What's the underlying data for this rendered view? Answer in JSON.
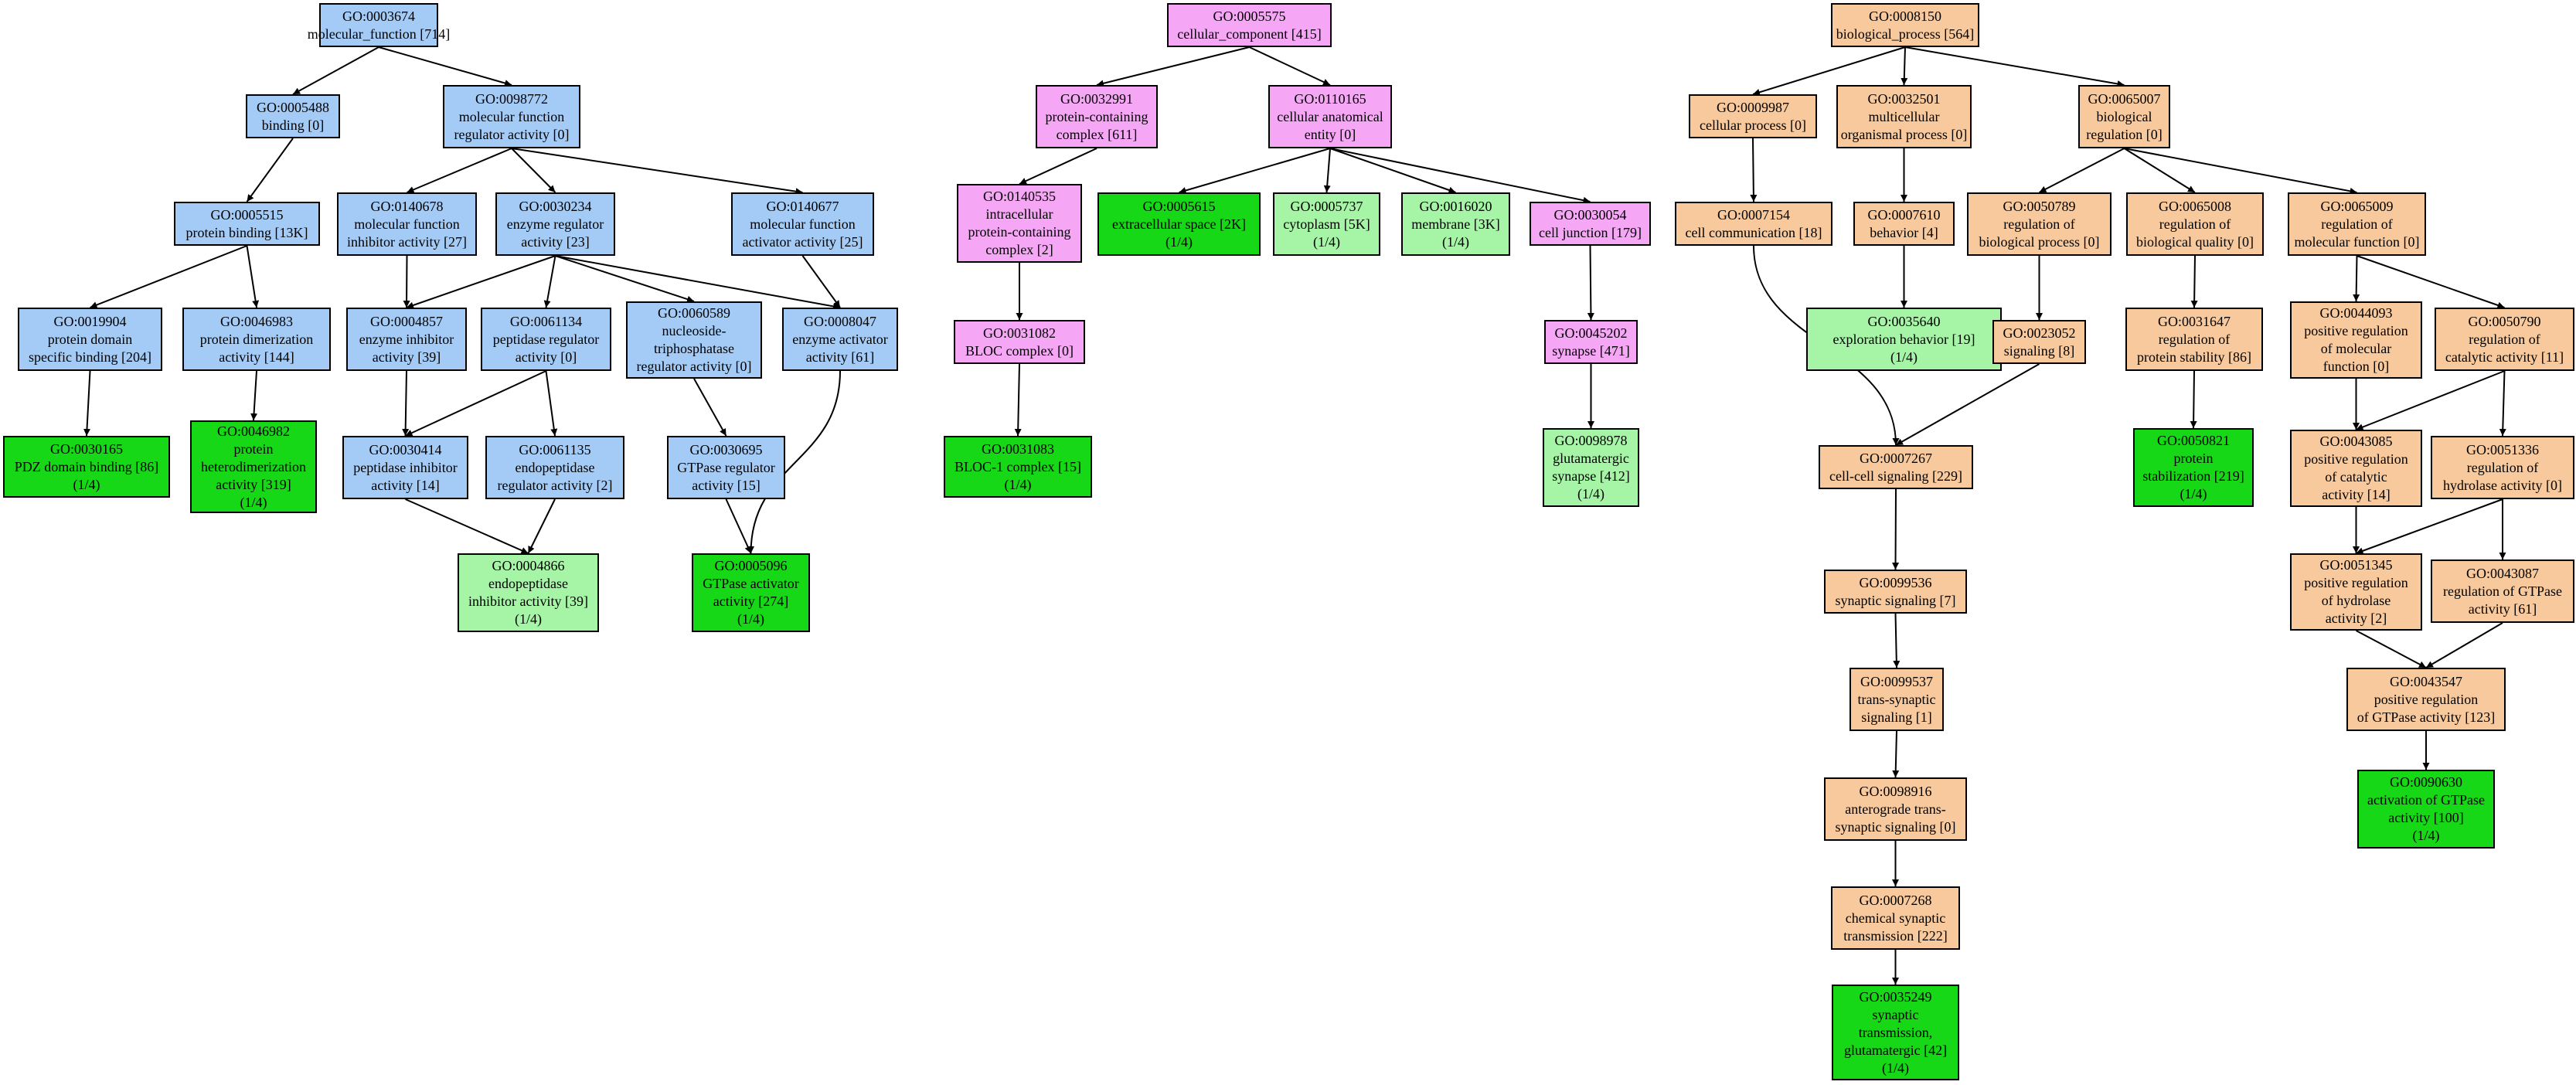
{
  "colors": {
    "molecular_function": "#a3cbf6",
    "cellular_component": "#f5a6f5",
    "biological_process": "#f7c99c",
    "result_bright": "#16d816",
    "result_light": "#a6f5a6"
  },
  "nodes": [
    {
      "id": "GO:0003674",
      "cat": "molecular_function",
      "lines": [
        "GO:0003674",
        "molecular_function [714]"
      ]
    },
    {
      "id": "GO:0005488",
      "cat": "molecular_function",
      "lines": [
        "GO:0005488",
        "binding [0]"
      ]
    },
    {
      "id": "GO:0098772",
      "cat": "molecular_function",
      "lines": [
        "GO:0098772",
        "molecular function",
        "regulator activity [0]"
      ]
    },
    {
      "id": "GO:0005515",
      "cat": "molecular_function",
      "lines": [
        "GO:0005515",
        "protein binding [13K]"
      ]
    },
    {
      "id": "GO:0140678",
      "cat": "molecular_function",
      "lines": [
        "GO:0140678",
        "molecular function",
        "inhibitor activity [27]"
      ]
    },
    {
      "id": "GO:0030234",
      "cat": "molecular_function",
      "lines": [
        "GO:0030234",
        "enzyme regulator",
        "activity [23]"
      ]
    },
    {
      "id": "GO:0140677",
      "cat": "molecular_function",
      "lines": [
        "GO:0140677",
        "molecular function",
        "activator activity [25]"
      ]
    },
    {
      "id": "GO:0019904",
      "cat": "molecular_function",
      "lines": [
        "GO:0019904",
        "protein domain",
        "specific binding [204]"
      ]
    },
    {
      "id": "GO:0046983",
      "cat": "molecular_function",
      "lines": [
        "GO:0046983",
        "protein dimerization",
        "activity [144]"
      ]
    },
    {
      "id": "GO:0004857",
      "cat": "molecular_function",
      "lines": [
        "GO:0004857",
        "enzyme inhibitor",
        "activity [39]"
      ]
    },
    {
      "id": "GO:0061134",
      "cat": "molecular_function",
      "lines": [
        "GO:0061134",
        "peptidase regulator",
        "activity [0]"
      ]
    },
    {
      "id": "GO:0060589",
      "cat": "molecular_function",
      "lines": [
        "GO:0060589",
        "nucleoside-",
        "triphosphatase",
        "regulator activity [0]"
      ]
    },
    {
      "id": "GO:0008047",
      "cat": "molecular_function",
      "lines": [
        "GO:0008047",
        "enzyme activator",
        "activity [61]"
      ]
    },
    {
      "id": "GO:0030165",
      "cat": "result_bright",
      "lines": [
        "GO:0030165",
        "PDZ domain binding [86]",
        "(1/4)"
      ]
    },
    {
      "id": "GO:0046982",
      "cat": "result_bright",
      "lines": [
        "GO:0046982",
        "protein",
        "heterodimerization",
        "activity [319]",
        "(1/4)"
      ]
    },
    {
      "id": "GO:0030414",
      "cat": "molecular_function",
      "lines": [
        "GO:0030414",
        "peptidase inhibitor",
        "activity [14]"
      ]
    },
    {
      "id": "GO:0061135",
      "cat": "molecular_function",
      "lines": [
        "GO:0061135",
        "endopeptidase",
        "regulator activity [2]"
      ]
    },
    {
      "id": "GO:0030695",
      "cat": "molecular_function",
      "lines": [
        "GO:0030695",
        "GTPase regulator",
        "activity [15]"
      ]
    },
    {
      "id": "GO:0004866",
      "cat": "result_light",
      "lines": [
        "GO:0004866",
        "endopeptidase",
        "inhibitor activity [39]",
        "(1/4)"
      ]
    },
    {
      "id": "GO:0005096",
      "cat": "result_bright",
      "lines": [
        "GO:0005096",
        "GTPase activator",
        "activity [274]",
        "(1/4)"
      ]
    },
    {
      "id": "GO:0005575",
      "cat": "cellular_component",
      "lines": [
        "GO:0005575",
        "cellular_component [415]"
      ]
    },
    {
      "id": "GO:0032991",
      "cat": "cellular_component",
      "lines": [
        "GO:0032991",
        "protein-containing",
        "complex [611]"
      ]
    },
    {
      "id": "GO:0110165",
      "cat": "cellular_component",
      "lines": [
        "GO:0110165",
        "cellular anatomical",
        "entity [0]"
      ]
    },
    {
      "id": "GO:0140535",
      "cat": "cellular_component",
      "lines": [
        "GO:0140535",
        "intracellular",
        "protein-containing",
        "complex [2]"
      ]
    },
    {
      "id": "GO:0005615",
      "cat": "result_bright",
      "lines": [
        "GO:0005615",
        "extracellular space [2K]",
        "(1/4)"
      ]
    },
    {
      "id": "GO:0005737",
      "cat": "result_light",
      "lines": [
        "GO:0005737",
        "cytoplasm [5K]",
        "(1/4)"
      ]
    },
    {
      "id": "GO:0016020",
      "cat": "result_light",
      "lines": [
        "GO:0016020",
        "membrane [3K]",
        "(1/4)"
      ]
    },
    {
      "id": "GO:0030054",
      "cat": "cellular_component",
      "lines": [
        "GO:0030054",
        "cell junction [179]"
      ]
    },
    {
      "id": "GO:0031082",
      "cat": "cellular_component",
      "lines": [
        "GO:0031082",
        "BLOC complex [0]"
      ]
    },
    {
      "id": "GO:0045202",
      "cat": "cellular_component",
      "lines": [
        "GO:0045202",
        "synapse [471]"
      ]
    },
    {
      "id": "GO:0031083",
      "cat": "result_bright",
      "lines": [
        "GO:0031083",
        "BLOC-1 complex [15]",
        "(1/4)"
      ]
    },
    {
      "id": "GO:0098978",
      "cat": "result_light",
      "lines": [
        "GO:0098978",
        "glutamatergic",
        "synapse [412]",
        "(1/4)"
      ]
    },
    {
      "id": "GO:0008150",
      "cat": "biological_process",
      "lines": [
        "GO:0008150",
        "biological_process [564]"
      ]
    },
    {
      "id": "GO:0009987",
      "cat": "biological_process",
      "lines": [
        "GO:0009987",
        "cellular process [0]"
      ]
    },
    {
      "id": "GO:0032501",
      "cat": "biological_process",
      "lines": [
        "GO:0032501",
        "multicellular",
        "organismal process [0]"
      ]
    },
    {
      "id": "GO:0065007",
      "cat": "biological_process",
      "lines": [
        "GO:0065007",
        "biological",
        "regulation [0]"
      ]
    },
    {
      "id": "GO:0007154",
      "cat": "biological_process",
      "lines": [
        "GO:0007154",
        "cell communication [18]"
      ]
    },
    {
      "id": "GO:0007610",
      "cat": "biological_process",
      "lines": [
        "GO:0007610",
        "behavior [4]"
      ]
    },
    {
      "id": "GO:0050789",
      "cat": "biological_process",
      "lines": [
        "GO:0050789",
        "regulation of",
        "biological process [0]"
      ]
    },
    {
      "id": "GO:0065008",
      "cat": "biological_process",
      "lines": [
        "GO:0065008",
        "regulation of",
        "biological quality [0]"
      ]
    },
    {
      "id": "GO:0065009",
      "cat": "biological_process",
      "lines": [
        "GO:0065009",
        "regulation of",
        "molecular function [0]"
      ]
    },
    {
      "id": "GO:0035640",
      "cat": "result_light",
      "lines": [
        "GO:0035640",
        "exploration behavior [19]",
        "(1/4)"
      ]
    },
    {
      "id": "GO:0023052",
      "cat": "biological_process",
      "lines": [
        "GO:0023052",
        "signaling [8]"
      ]
    },
    {
      "id": "GO:0031647",
      "cat": "biological_process",
      "lines": [
        "GO:0031647",
        "regulation of",
        "protein stability [86]"
      ]
    },
    {
      "id": "GO:0044093",
      "cat": "biological_process",
      "lines": [
        "GO:0044093",
        "positive regulation",
        "of molecular",
        "function [0]"
      ]
    },
    {
      "id": "GO:0050790",
      "cat": "biological_process",
      "lines": [
        "GO:0050790",
        "regulation of",
        "catalytic activity [11]"
      ]
    },
    {
      "id": "GO:0007267",
      "cat": "biological_process",
      "lines": [
        "GO:0007267",
        "cell-cell signaling [229]"
      ]
    },
    {
      "id": "GO:0050821",
      "cat": "result_bright",
      "lines": [
        "GO:0050821",
        "protein",
        "stabilization [219]",
        "(1/4)"
      ]
    },
    {
      "id": "GO:0043085",
      "cat": "biological_process",
      "lines": [
        "GO:0043085",
        "positive regulation",
        "of catalytic",
        "activity [14]"
      ]
    },
    {
      "id": "GO:0051336",
      "cat": "biological_process",
      "lines": [
        "GO:0051336",
        "regulation of",
        "hydrolase activity [0]"
      ]
    },
    {
      "id": "GO:0099536",
      "cat": "biological_process",
      "lines": [
        "GO:0099536",
        "synaptic signaling [7]"
      ]
    },
    {
      "id": "GO:0051345",
      "cat": "biological_process",
      "lines": [
        "GO:0051345",
        "positive regulation",
        "of hydrolase",
        "activity [2]"
      ]
    },
    {
      "id": "GO:0043087",
      "cat": "biological_process",
      "lines": [
        "GO:0043087",
        "regulation of GTPase",
        "activity [61]"
      ]
    },
    {
      "id": "GO:0099537",
      "cat": "biological_process",
      "lines": [
        "GO:0099537",
        "trans-synaptic",
        "signaling [1]"
      ]
    },
    {
      "id": "GO:0043547",
      "cat": "biological_process",
      "lines": [
        "GO:0043547",
        "positive regulation",
        "of GTPase activity [123]"
      ]
    },
    {
      "id": "GO:0098916",
      "cat": "biological_process",
      "lines": [
        "GO:0098916",
        "anterograde trans-",
        "synaptic signaling [0]"
      ]
    },
    {
      "id": "GO:0090630",
      "cat": "result_bright",
      "lines": [
        "GO:0090630",
        "activation of GTPase",
        "activity [100]",
        "(1/4)"
      ]
    },
    {
      "id": "GO:0007268",
      "cat": "biological_process",
      "lines": [
        "GO:0007268",
        "chemical synaptic",
        "transmission [222]"
      ]
    },
    {
      "id": "GO:0035249",
      "cat": "result_bright",
      "lines": [
        "GO:0035249",
        "synaptic",
        "transmission,",
        "glutamatergic [42]",
        "(1/4)"
      ]
    }
  ],
  "edges": [
    [
      "GO:0003674",
      "GO:0005488"
    ],
    [
      "GO:0003674",
      "GO:0098772"
    ],
    [
      "GO:0005488",
      "GO:0005515"
    ],
    [
      "GO:0098772",
      "GO:0140678"
    ],
    [
      "GO:0098772",
      "GO:0030234"
    ],
    [
      "GO:0098772",
      "GO:0140677"
    ],
    [
      "GO:0005515",
      "GO:0019904"
    ],
    [
      "GO:0005515",
      "GO:0046983"
    ],
    [
      "GO:0140678",
      "GO:0004857"
    ],
    [
      "GO:0030234",
      "GO:0004857"
    ],
    [
      "GO:0030234",
      "GO:0061134"
    ],
    [
      "GO:0030234",
      "GO:0060589"
    ],
    [
      "GO:0030234",
      "GO:0008047"
    ],
    [
      "GO:0140677",
      "GO:0008047"
    ],
    [
      "GO:0019904",
      "GO:0030165"
    ],
    [
      "GO:0046983",
      "GO:0046982"
    ],
    [
      "GO:0004857",
      "GO:0030414"
    ],
    [
      "GO:0061134",
      "GO:0030414"
    ],
    [
      "GO:0061134",
      "GO:0061135"
    ],
    [
      "GO:0060589",
      "GO:0030695"
    ],
    [
      "GO:0030414",
      "GO:0004866"
    ],
    [
      "GO:0061135",
      "GO:0004866"
    ],
    [
      "GO:0030695",
      "GO:0005096"
    ],
    [
      "GO:0008047",
      "GO:0005096"
    ],
    [
      "GO:0005575",
      "GO:0032991"
    ],
    [
      "GO:0005575",
      "GO:0110165"
    ],
    [
      "GO:0032991",
      "GO:0140535"
    ],
    [
      "GO:0110165",
      "GO:0005615"
    ],
    [
      "GO:0110165",
      "GO:0005737"
    ],
    [
      "GO:0110165",
      "GO:0016020"
    ],
    [
      "GO:0110165",
      "GO:0030054"
    ],
    [
      "GO:0140535",
      "GO:0031082"
    ],
    [
      "GO:0031082",
      "GO:0031083"
    ],
    [
      "GO:0030054",
      "GO:0045202"
    ],
    [
      "GO:0045202",
      "GO:0098978"
    ],
    [
      "GO:0008150",
      "GO:0009987"
    ],
    [
      "GO:0008150",
      "GO:0032501"
    ],
    [
      "GO:0008150",
      "GO:0065007"
    ],
    [
      "GO:0009987",
      "GO:0007154"
    ],
    [
      "GO:0032501",
      "GO:0007610"
    ],
    [
      "GO:0065007",
      "GO:0050789"
    ],
    [
      "GO:0065007",
      "GO:0065008"
    ],
    [
      "GO:0065007",
      "GO:0065009"
    ],
    [
      "GO:0007610",
      "GO:0035640"
    ],
    [
      "GO:0050789",
      "GO:0023052"
    ],
    [
      "GO:0065008",
      "GO:0031647"
    ],
    [
      "GO:0065009",
      "GO:0044093"
    ],
    [
      "GO:0065009",
      "GO:0050790"
    ],
    [
      "GO:0007154",
      "GO:0007267"
    ],
    [
      "GO:0023052",
      "GO:0007267"
    ],
    [
      "GO:0031647",
      "GO:0050821"
    ],
    [
      "GO:0044093",
      "GO:0043085"
    ],
    [
      "GO:0050790",
      "GO:0043085"
    ],
    [
      "GO:0050790",
      "GO:0051336"
    ],
    [
      "GO:0007267",
      "GO:0099536"
    ],
    [
      "GO:0043085",
      "GO:0051345"
    ],
    [
      "GO:0051336",
      "GO:0051345"
    ],
    [
      "GO:0051336",
      "GO:0043087"
    ],
    [
      "GO:0099536",
      "GO:0099537"
    ],
    [
      "GO:0051345",
      "GO:0043547"
    ],
    [
      "GO:0043087",
      "GO:0043547"
    ],
    [
      "GO:0099537",
      "GO:0098916"
    ],
    [
      "GO:0043547",
      "GO:0090630"
    ],
    [
      "GO:0098916",
      "GO:0007268"
    ],
    [
      "GO:0007268",
      "GO:0035249"
    ]
  ]
}
